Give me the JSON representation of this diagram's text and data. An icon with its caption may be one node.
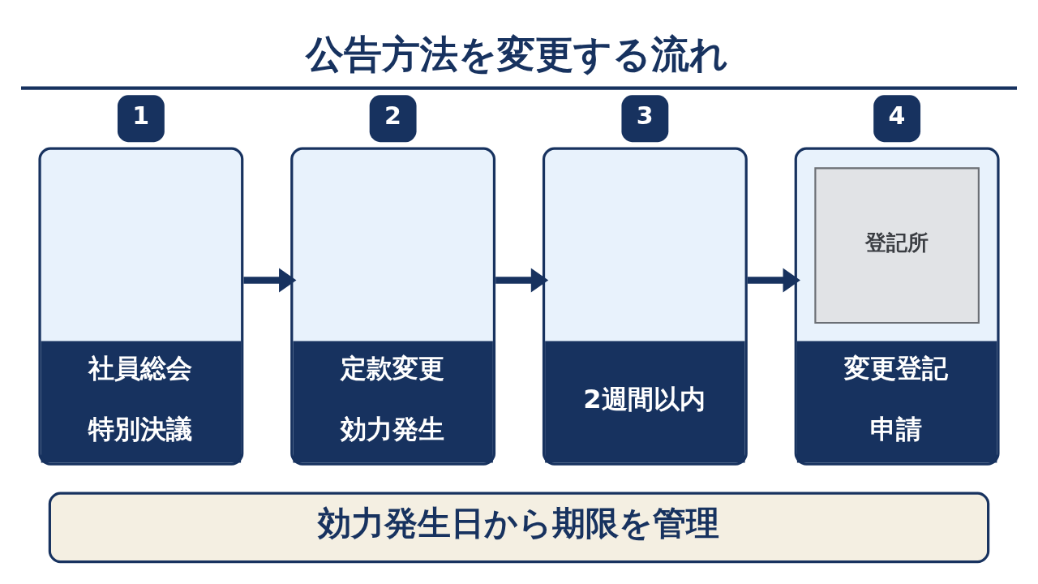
{
  "diagram": {
    "title": "公告方法を変更する流れ",
    "nodes": [
      {
        "text": [
          "1",
          "社員総会特別決議"
        ]
      },
      {
        "text": [
          "2",
          "定款変更効力発生"
        ]
      },
      {
        "text": [
          "3",
          "2週間以内"
        ]
      },
      {
        "text": [
          "4",
          "登記所",
          "変更登記申請"
        ]
      },
      {
        "text": [
          "効力発生日から期限を管理"
        ]
      }
    ],
    "edges": [
      {
        "from": 0,
        "to": 1,
        "arrow": "to"
      },
      {
        "from": 1,
        "to": 2,
        "arrow": "to"
      },
      {
        "from": 2,
        "to": 3,
        "arrow": "to"
      }
    ]
  }
}
